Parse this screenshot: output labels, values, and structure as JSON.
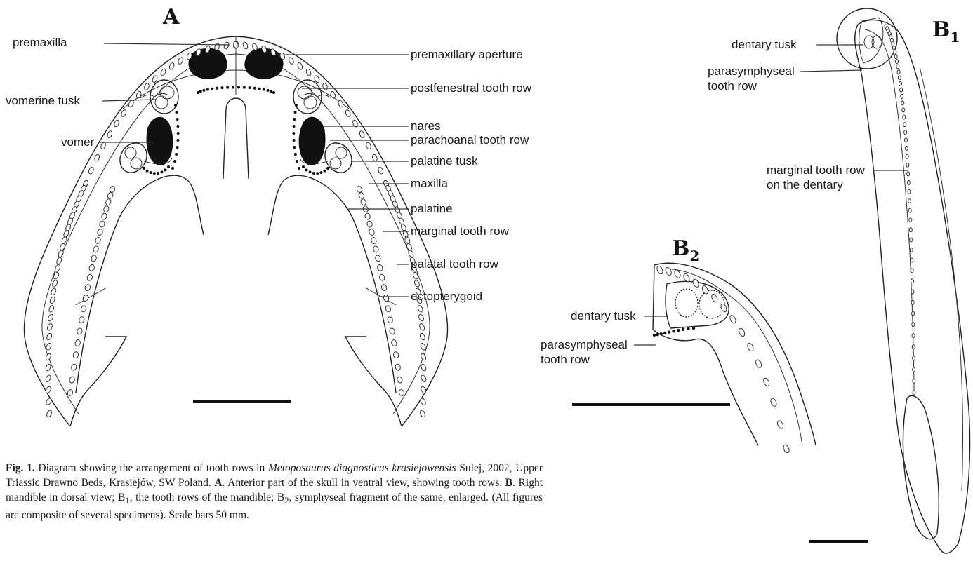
{
  "panels": {
    "a": "A",
    "b1_base": "B",
    "b1_sub": "1",
    "b2_base": "B",
    "b2_sub": "2"
  },
  "labels_a": {
    "premaxilla": "premaxilla",
    "vomerine_tusk": "vomerine tusk",
    "vomer": "vomer",
    "premaxillary_aperture": "premaxillary aperture",
    "postfenestral_tooth_row": "postfenestral tooth row",
    "nares": "nares",
    "parachoanal_tooth_row": "parachoanal tooth row",
    "palatine_tusk": "palatine tusk",
    "maxilla": "maxilla",
    "palatine": "palatine",
    "marginal_tooth_row": "marginal tooth row",
    "palatal_tooth_row": "palatal tooth row",
    "ectopterygoid": "ectopterygoid"
  },
  "labels_b1": {
    "dentary_tusk": "dentary tusk",
    "parasymphyseal_1": "parasymphyseal",
    "parasymphyseal_2": "tooth row",
    "marginal_1": "marginal tooth row",
    "marginal_2": "on the dentary"
  },
  "labels_b2": {
    "dentary_tusk": "dentary tusk",
    "parasymphyseal_1": "parasymphyseal",
    "parasymphyseal_2": "tooth row"
  },
  "caption": {
    "fig": "Fig. 1.",
    "p1": " Diagram showing the arrangement of tooth rows in ",
    "species": "Metoposaurus diagnosticus krasiejowensis",
    "p2": " Sulej, 2002, Upper Triassic Drawno Beds, Krasiejów, SW Poland. ",
    "a": "A",
    "p3": ". Anterior part of the skull in ventral view, showing tooth rows. ",
    "b": "B",
    "p4": ". Right mandible in dorsal view; B",
    "s1": "1",
    "p5": ", the tooth rows of the mandible; B",
    "s2": "2",
    "p6": ", symphyseal fragment of the same, enlarged. (All figures are composite of several specimens). Scale bars 50 mm."
  }
}
